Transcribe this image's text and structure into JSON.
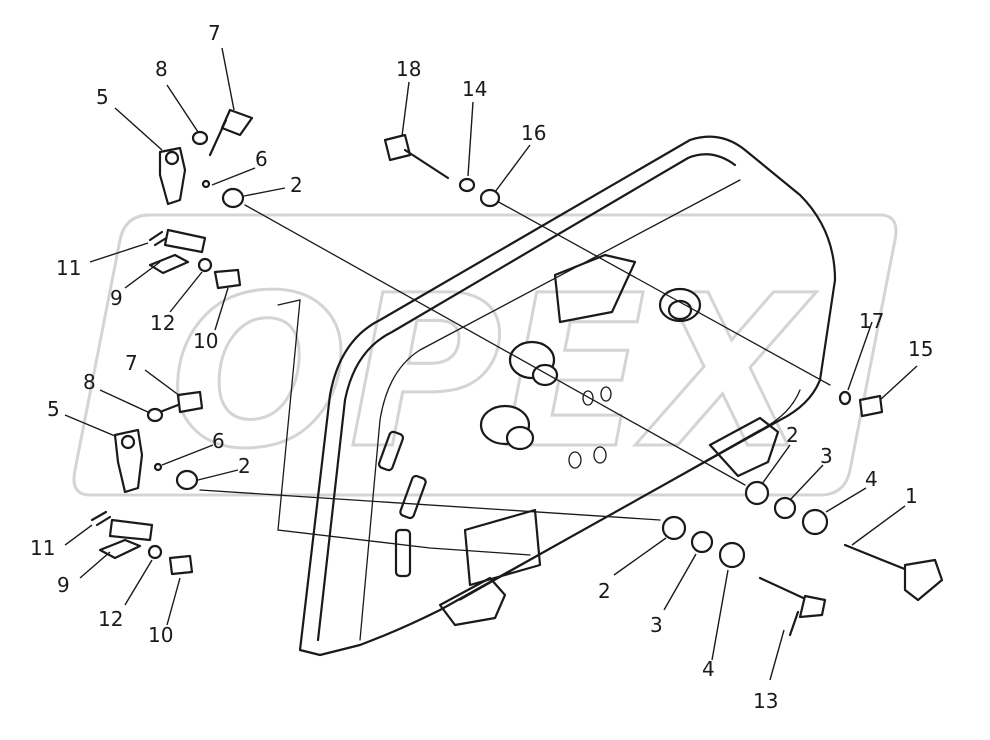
{
  "watermark": {
    "text": "OPEX"
  },
  "callouts": [
    {
      "id": "c7a",
      "text": "7"
    },
    {
      "id": "c8a",
      "text": "8"
    },
    {
      "id": "c5a",
      "text": "5"
    },
    {
      "id": "c6a",
      "text": "6"
    },
    {
      "id": "c2a",
      "text": "2"
    },
    {
      "id": "c11a",
      "text": "11"
    },
    {
      "id": "c9a",
      "text": "9"
    },
    {
      "id": "c12a",
      "text": "12"
    },
    {
      "id": "c10a",
      "text": "10"
    },
    {
      "id": "c7b",
      "text": "7"
    },
    {
      "id": "c8b",
      "text": "8"
    },
    {
      "id": "c5b",
      "text": "5"
    },
    {
      "id": "c6b",
      "text": "6"
    },
    {
      "id": "c2b",
      "text": "2"
    },
    {
      "id": "c11b",
      "text": "11"
    },
    {
      "id": "c9b",
      "text": "9"
    },
    {
      "id": "c12b",
      "text": "12"
    },
    {
      "id": "c10b",
      "text": "10"
    },
    {
      "id": "c18",
      "text": "18"
    },
    {
      "id": "c14",
      "text": "14"
    },
    {
      "id": "c16",
      "text": "16"
    },
    {
      "id": "c17",
      "text": "17"
    },
    {
      "id": "c15",
      "text": "15"
    },
    {
      "id": "c2c",
      "text": "2"
    },
    {
      "id": "c3c",
      "text": "3"
    },
    {
      "id": "c4c",
      "text": "4"
    },
    {
      "id": "c1",
      "text": "1"
    },
    {
      "id": "c2d",
      "text": "2"
    },
    {
      "id": "c3d",
      "text": "3"
    },
    {
      "id": "c4d",
      "text": "4"
    },
    {
      "id": "c13",
      "text": "13"
    }
  ]
}
